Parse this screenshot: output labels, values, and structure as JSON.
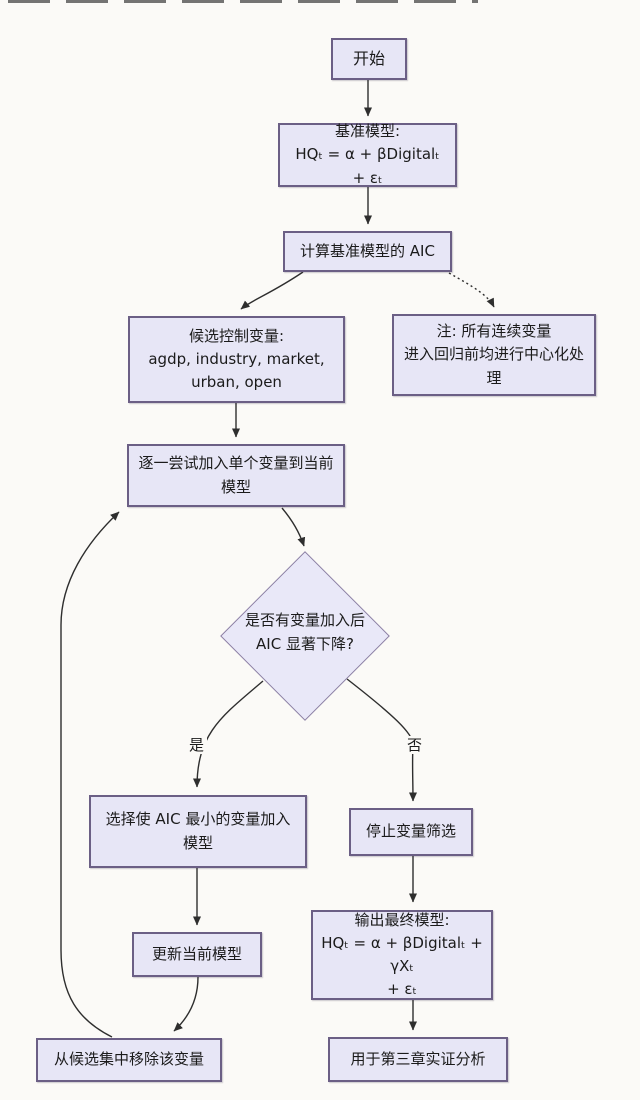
{
  "page": {
    "background": "#fbfaf7",
    "artifact": "scan-noise-strip-top"
  },
  "flowchart": {
    "colors": {
      "node_fill": "#e7e6f6",
      "node_border": "#6b5f85",
      "diamond_fill": "#e9e8f8",
      "diamond_border": "#8c7fa3",
      "arrow": "#2e2e2e",
      "text": "#1b1b1b"
    },
    "nodes": {
      "start": {
        "label": "开始"
      },
      "baseline_model": {
        "title": "基准模型:",
        "formula": "HQₜ = α + βDigitalₜ + εₜ"
      },
      "compute_aic": {
        "label": "计算基准模型的 AIC"
      },
      "candidate_vars": {
        "title": "候选控制变量:",
        "line2": "agdp, industry, market,",
        "line3": "urban, open"
      },
      "note": {
        "line1": "注: 所有连续变量",
        "line2": "进入回归前均进行中心化处理"
      },
      "try_add": {
        "label": "逐一尝试加入单个变量到当前模型"
      },
      "decision": {
        "line1": "是否有变量加入后",
        "line2": "AIC 显著下降?"
      },
      "choose_min": {
        "label": "选择使 AIC 最小的变量加入模型"
      },
      "stop_selection": {
        "label": "停止变量筛选"
      },
      "update_model": {
        "label": "更新当前模型"
      },
      "output_final": {
        "title": "输出最终模型:",
        "formula_line1": "HQₜ = α + βDigitalₜ + γXₜ",
        "formula_line2": "+ εₜ"
      },
      "remove_var": {
        "label": "从候选集中移除该变量"
      },
      "final_use": {
        "label": "用于第三章实证分析"
      }
    },
    "edge_labels": {
      "yes": "是",
      "no": "否"
    }
  }
}
